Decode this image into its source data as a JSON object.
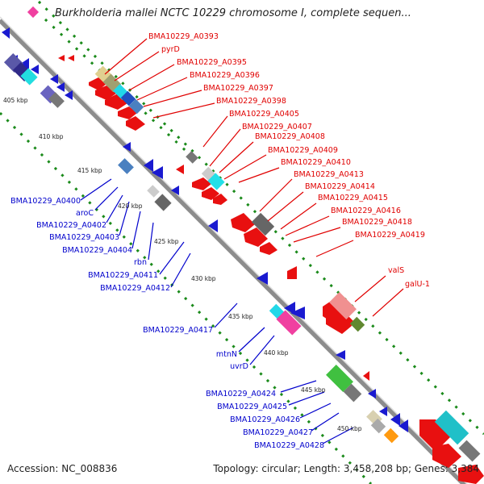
{
  "title": "Burkholderia mallei NCTC 10229 chromosome I, complete sequen...",
  "footer": {
    "accession": "Accession: NC_008836",
    "topology": "Topology: circular; Length: 3,458,208 bp; Genes: 3,384"
  },
  "colors": {
    "forward_label": "#e00000",
    "reverse_label": "#0000cc",
    "backbone": "#8c8c8c",
    "tick_dots": "#1a8a1a"
  },
  "scale_labels": [
    "405 kbp",
    "410 kbp",
    "415 kbp",
    "420 kbp",
    "425 kbp",
    "430 kbp",
    "435 kbp",
    "440 kbp",
    "445 kbp",
    "450 kbp"
  ],
  "forward_labels": [
    "BMA10229_A0393",
    "pyrD",
    "BMA10229_A0395",
    "BMA10229_A0396",
    "BMA10229_A0397",
    "BMA10229_A0398",
    "BMA10229_A0405",
    "BMA10229_A0407",
    "BMA10229_A0408",
    "BMA10229_A0409",
    "BMA10229_A0410",
    "BMA10229_A0413",
    "BMA10229_A0414",
    "BMA10229_A0415",
    "BMA10229_A0416",
    "BMA10229_A0418",
    "BMA10229_A0419",
    "valS",
    "galU-1"
  ],
  "reverse_labels": [
    "BMA10229_A0400",
    "aroC",
    "BMA10229_A0402",
    "BMA10229_A0403",
    "BMA10229_A0404",
    "rbn",
    "BMA10229_A0411",
    "BMA10229_A0412",
    "BMA10229_A0417",
    "mtnN",
    "uvrD",
    "BMA10229_A0424",
    "BMA10229_A0425",
    "BMA10229_A0426",
    "BMA10229_A0427",
    "BMA10229_A0428"
  ]
}
